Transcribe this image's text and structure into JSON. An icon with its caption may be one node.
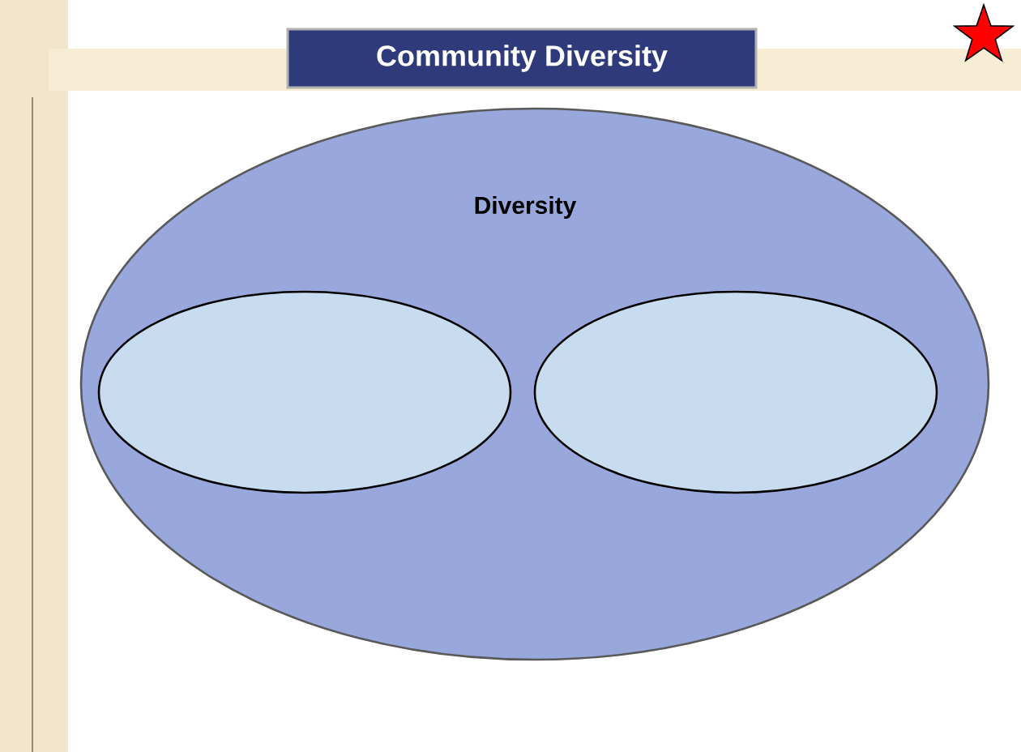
{
  "diagram": {
    "title": "Community Diversity",
    "nodes": [
      {
        "text": [
          "Diversity"
        ]
      },
      {
        "text": [],
        "shape": "ellipse",
        "in": 0
      },
      {
        "text": [],
        "shape": "ellipse",
        "in": 0
      }
    ]
  }
}
